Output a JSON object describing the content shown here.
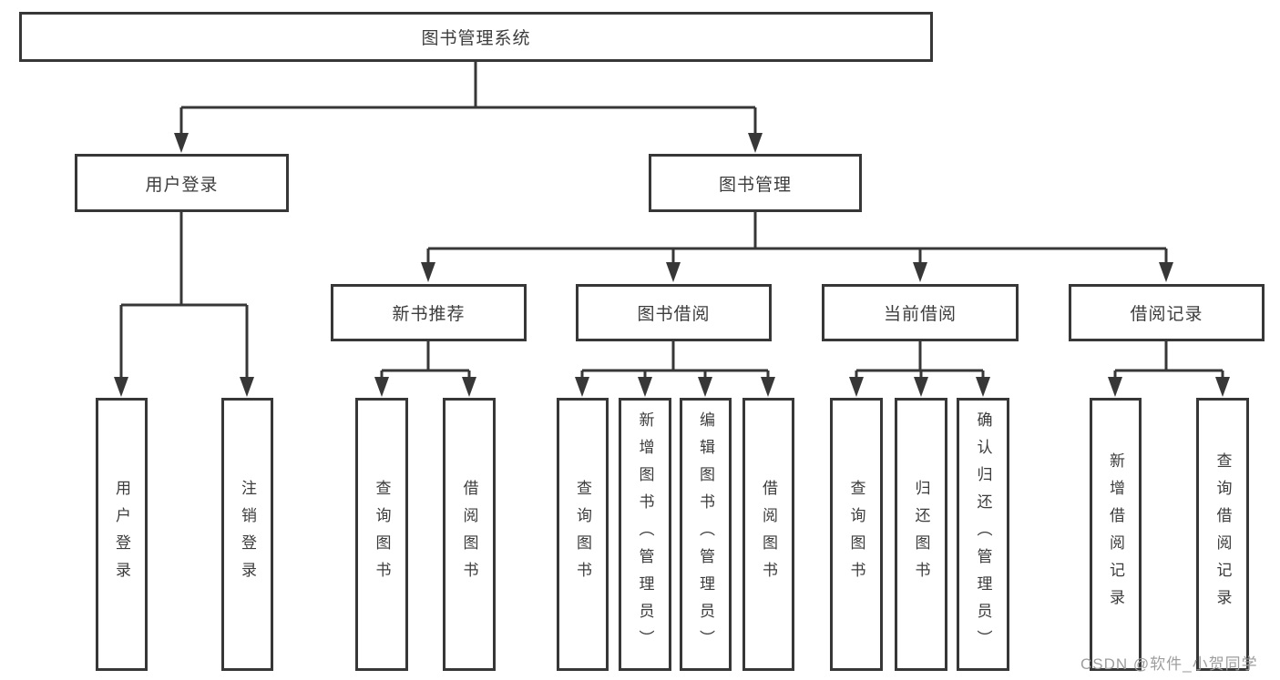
{
  "diagram": {
    "root": "图书管理系统",
    "level2": [
      "用户登录",
      "图书管理"
    ],
    "level3": [
      "新书推荐",
      "图书借阅",
      "当前借阅",
      "借阅记录"
    ],
    "leaves": {
      "user_login": [
        "用户登录",
        "注销登录"
      ],
      "new_book_rec": [
        "查询图书",
        "借阅图书"
      ],
      "book_borrow": [
        "查询图书",
        "新增图书（管理员）",
        "编辑图书（管理员）",
        "借阅图书"
      ],
      "current_borrow": [
        "查询图书",
        "归还图书",
        "确认归还（管理员）"
      ],
      "borrow_records": [
        "新增借阅记录",
        "查询借阅记录"
      ]
    },
    "watermark": "CSDN @软件_小贺同学",
    "colors": {
      "line": "#373737",
      "text": "#3c3c3c",
      "watermark": "#9e9e9e",
      "background": "#ffffff"
    }
  }
}
